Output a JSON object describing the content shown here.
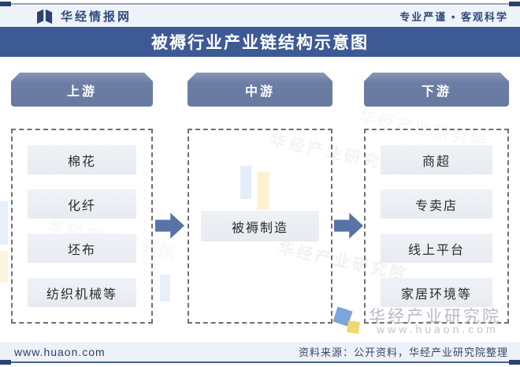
{
  "brand": {
    "name": "华经情报网",
    "tagline": "专业严谨 • 客观科学"
  },
  "title": "被褥行业产业链结构示意图",
  "columns": [
    {
      "header": "上游",
      "items": [
        "棉花",
        "化纤",
        "坯布",
        "纺织机械等"
      ]
    },
    {
      "header": "中游",
      "items": [
        "被褥制造"
      ]
    },
    {
      "header": "下游",
      "items": [
        "商超",
        "专卖店",
        "线上平台",
        "家居环境等"
      ]
    }
  ],
  "watermark": {
    "org": "华经产业研究院",
    "site": "www.huaon.com"
  },
  "footer": {
    "site": "www.huaon.com",
    "source": "资料来源：公开资料，华经产业研究院整理"
  },
  "colors": {
    "title_bar": "#3d5a95",
    "column_header": "#6b7da4",
    "item_box": "#e9edf3",
    "arrow": "#5873a6",
    "navy": "#2b4170",
    "band": "#eef2f9"
  }
}
